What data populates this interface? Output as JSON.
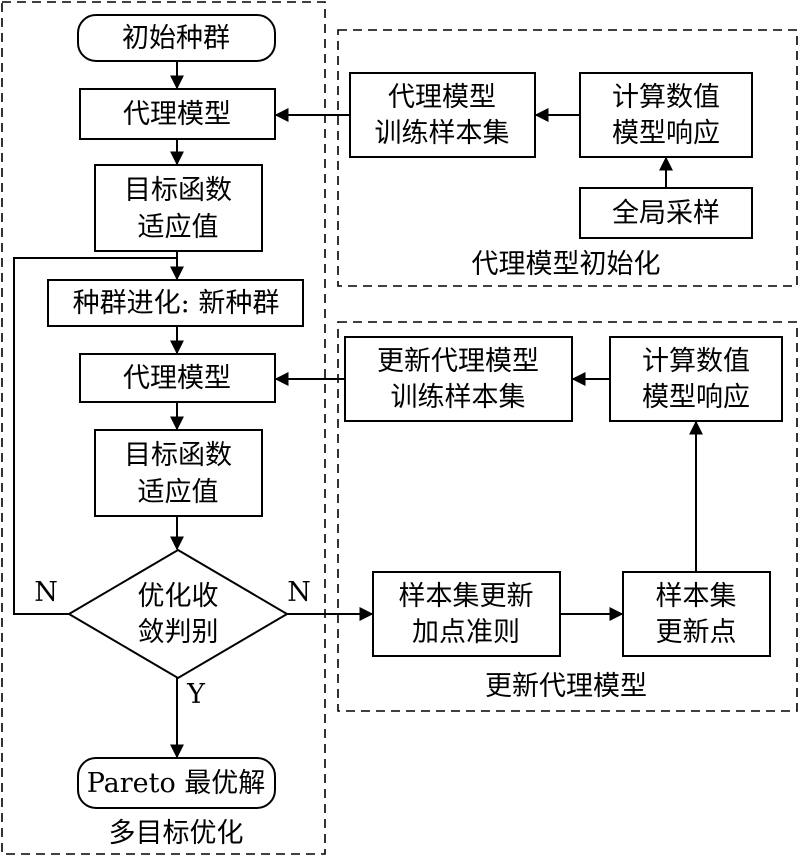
{
  "left_panel": {
    "title": "多目标优化",
    "init_pop": "初始种群",
    "surrogate1": "代理模型",
    "fitness1": [
      "目标函数",
      "适应值"
    ],
    "evolve": "种群进化: 新种群",
    "surrogate2": "代理模型",
    "fitness2": [
      "目标函数",
      "适应值"
    ],
    "decision": [
      "优化收",
      "敛判别"
    ],
    "n_left": "N",
    "n_right": "N",
    "y_label": "Y",
    "result": "Pareto 最优解"
  },
  "init_panel": {
    "title": "代理模型初始化",
    "training_set": [
      "代理模型",
      "训练样本集"
    ],
    "compute": [
      "计算数值",
      "模型响应"
    ],
    "sampling": "全局采样"
  },
  "update_panel": {
    "title": "更新代理模型",
    "update_training": [
      "更新代理模型",
      "训练样本集"
    ],
    "compute": [
      "计算数值",
      "模型响应"
    ],
    "criterion": [
      "样本集更新",
      "加点准则"
    ],
    "new_points": [
      "样本集",
      "更新点"
    ]
  }
}
